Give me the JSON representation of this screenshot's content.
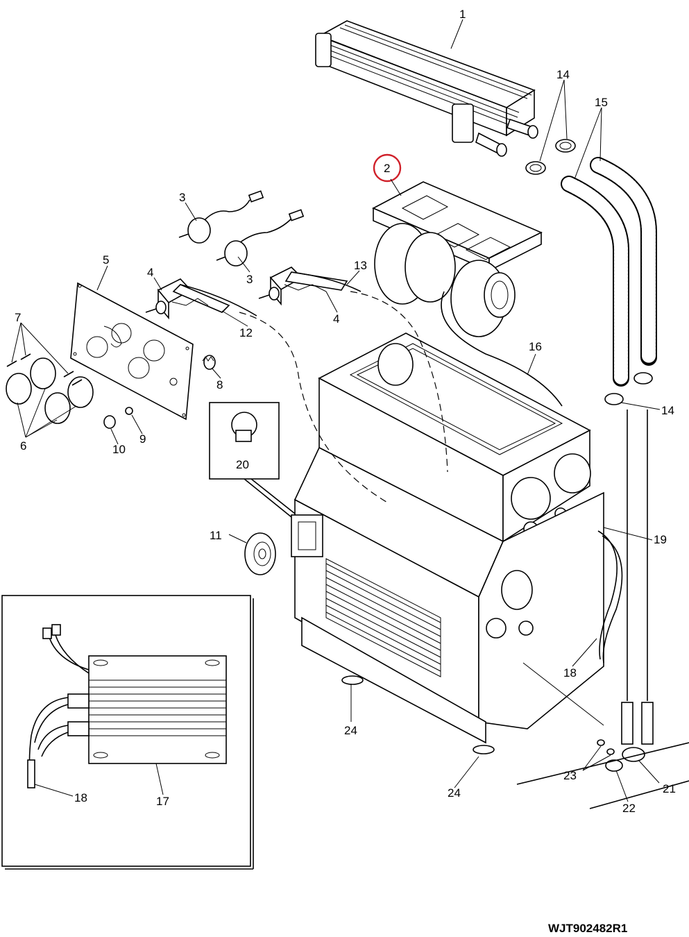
{
  "callouts": {
    "c1": "1",
    "c2": "2",
    "c3a": "3",
    "c3b": "3",
    "c4a": "4",
    "c4b": "4",
    "c5": "5",
    "c6": "6",
    "c7": "7",
    "c8": "8",
    "c9": "9",
    "c10": "10",
    "c11": "11",
    "c12": "12",
    "c13": "13",
    "c14a": "14",
    "c14b": "14",
    "c15": "15",
    "c16": "16",
    "c17": "17",
    "c18a": "18",
    "c18b": "18",
    "c19": "19",
    "c20": "20",
    "c21": "21",
    "c22": "22",
    "c23": "23",
    "c24a": "24",
    "c24b": "24"
  },
  "reference": "WJT902482R1",
  "highlight": {
    "item": "2",
    "color": "#d0202a"
  }
}
